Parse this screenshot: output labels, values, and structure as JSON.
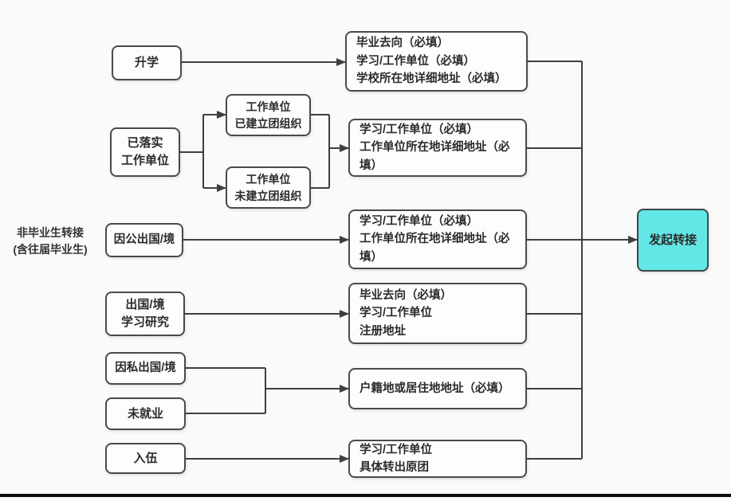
{
  "diagram": {
    "side_label": "非毕业生转接\n(含往届毕业生)",
    "nodes": {
      "further_study": {
        "label": "升学"
      },
      "employment_secured": {
        "label": "已落实\n工作单位"
      },
      "work_unit_with_league": {
        "label": "工作单位\n已建立团组织"
      },
      "work_unit_without_league": {
        "label": "工作单位\n未建立团组织"
      },
      "abroad_official": {
        "label": "因公出国/境"
      },
      "abroad_study_research": {
        "label": "出国/境\n学习研究"
      },
      "abroad_private": {
        "label": "因私出国/境"
      },
      "unemployed": {
        "label": "未就业"
      },
      "enlisted": {
        "label": "入伍"
      },
      "req_further_study": {
        "label": "毕业去向（必填）\n学习/工作单位（必填）\n学校所在地详细地址（必填）"
      },
      "req_work_unit": {
        "label": "学习/工作单位（必填）\n工作单位所在地详细地址（必填）"
      },
      "req_abroad_official": {
        "label": "学习/工作单位（必填）\n工作单位所在地详细地址（必填）"
      },
      "req_abroad_study": {
        "label": "毕业去向（必填）\n学习/工作单位\n注册地址"
      },
      "req_residence": {
        "label": "户籍地或居住地地址（必填）"
      },
      "req_enlisted": {
        "label": "学习/工作单位\n具体转出原团"
      },
      "initiate_transfer": {
        "label": "发起转接"
      }
    },
    "colors": {
      "accent": "#63e6e6",
      "line": "#3f3f3f",
      "node_background": "#fdfdfd",
      "text": "#2b2b2b"
    }
  }
}
